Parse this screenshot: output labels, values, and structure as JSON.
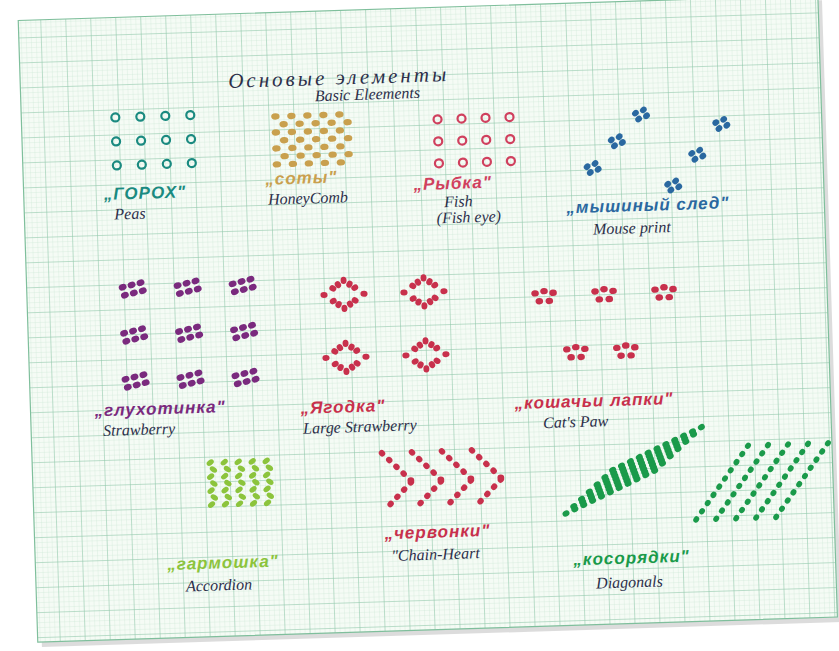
{
  "diagram": {
    "title": "Основые элементы",
    "labels": [
      "Basic Eleements",
      "„ГОРОХ\"",
      "Peas",
      "„соты\"",
      "HoneyComb",
      "„Рыбка\"",
      "Fish",
      "(Fish eye)",
      "„мышиный след\"",
      "Mouse print",
      "„глухотинка\"",
      "Strawberry",
      "„Ягодка\"",
      "Large Strawberry",
      "„кошачьи лапки\"",
      "Cat's Paw",
      "„гармошка\"",
      "Accordion",
      "„червонки\"",
      "\"Chain-Heart",
      "„косорядки\"",
      "Diagonals"
    ]
  }
}
